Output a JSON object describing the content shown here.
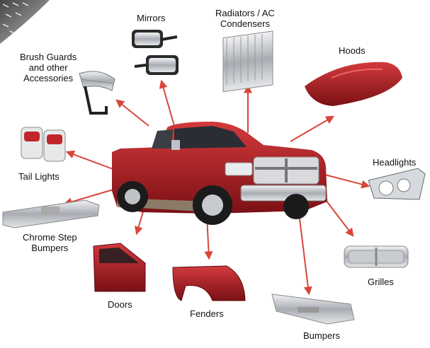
{
  "colors": {
    "arrow": "#d9463a",
    "truck_body": "#a61d1f",
    "truck_dark": "#6d0f12",
    "chrome": "#c9ccd0",
    "part_red": "#b01c22"
  },
  "labels": {
    "mirrors": "Mirrors",
    "radiators": "Radiators / AC\nCondensers",
    "hoods": "Hoods",
    "brush_guards": "Brush Guards\nand other\nAccessories",
    "tail_lights": "Tail Lights",
    "headlights": "Headlights",
    "chrome_step_bumpers": "Chrome Step\nBumpers",
    "grilles": "Grilles",
    "doors": "Doors",
    "fenders": "Fenders",
    "bumpers": "Bumpers"
  },
  "icons": {
    "truck": "pickup-truck-icon",
    "corner": "diamond-plate-corner-icon"
  }
}
